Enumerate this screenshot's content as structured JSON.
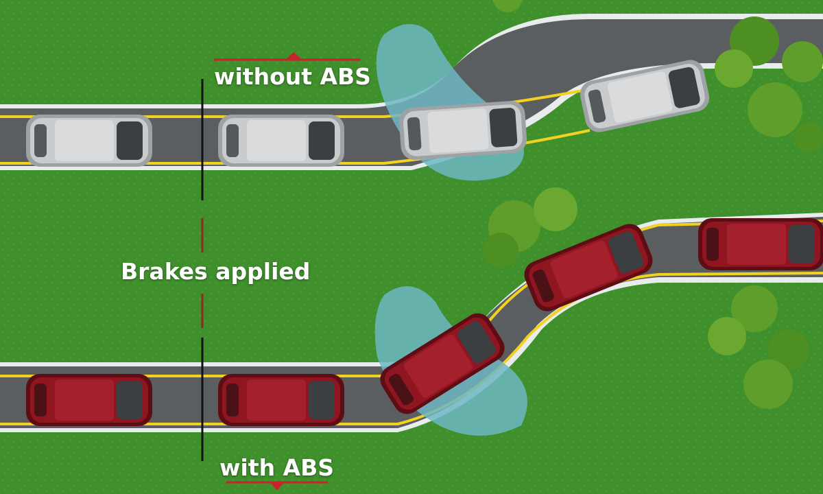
{
  "labels": {
    "without_abs": "without ABS",
    "brakes_applied": "Brakes applied",
    "with_abs": "with ABS"
  },
  "colors": {
    "grass": "#3f8f2c",
    "road": "#5b5e60",
    "lane_yellow": "#f2d21e",
    "road_edge": "#e9ecec",
    "water_patch": "#6fb7c4",
    "accent_red": "#c8232c",
    "car_silver": "#c9cbcd",
    "car_red": "#8f1520",
    "tree": "#5f9e2a"
  },
  "scenario": {
    "top_lane": "without ABS",
    "bottom_lane": "with ABS",
    "top_outcome": "car slides off road",
    "bottom_outcome": "car steers around obstacle"
  }
}
